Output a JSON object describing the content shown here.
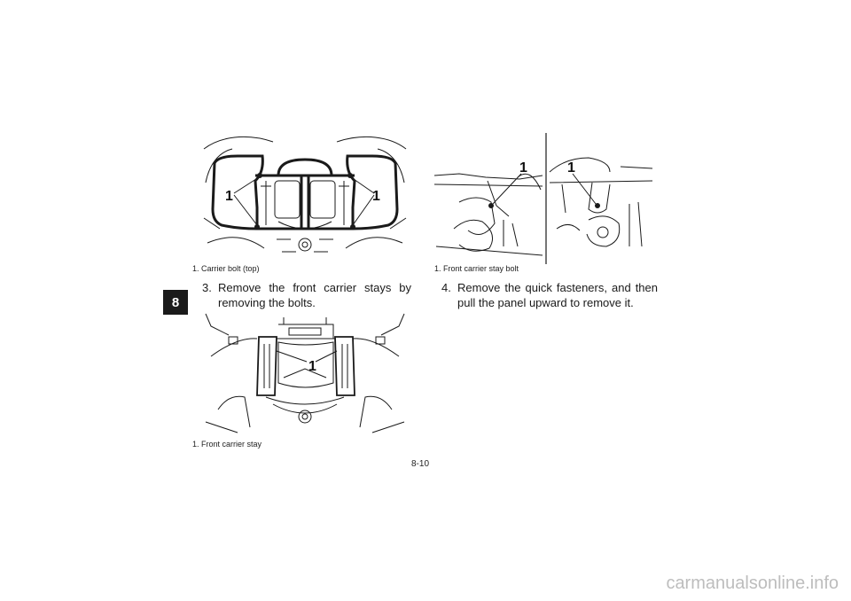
{
  "chapter": "8",
  "figures": {
    "carrier_bolt": {
      "caption": "1.  Carrier bolt (top)",
      "callout": "1"
    },
    "front_carrier_stay": {
      "caption": "1.  Front carrier stay",
      "callout": "1"
    },
    "stay_bolt": {
      "caption": "1.  Front carrier stay bolt",
      "callout": "1"
    }
  },
  "steps": [
    {
      "number": "3.",
      "text": "Remove the front carrier stays by removing the bolts."
    },
    {
      "number": "4.",
      "text": "Remove the quick fasteners, and then pull the panel upward to remove it."
    }
  ],
  "page_number": "8-10",
  "watermark": "carmanualsonline.info"
}
